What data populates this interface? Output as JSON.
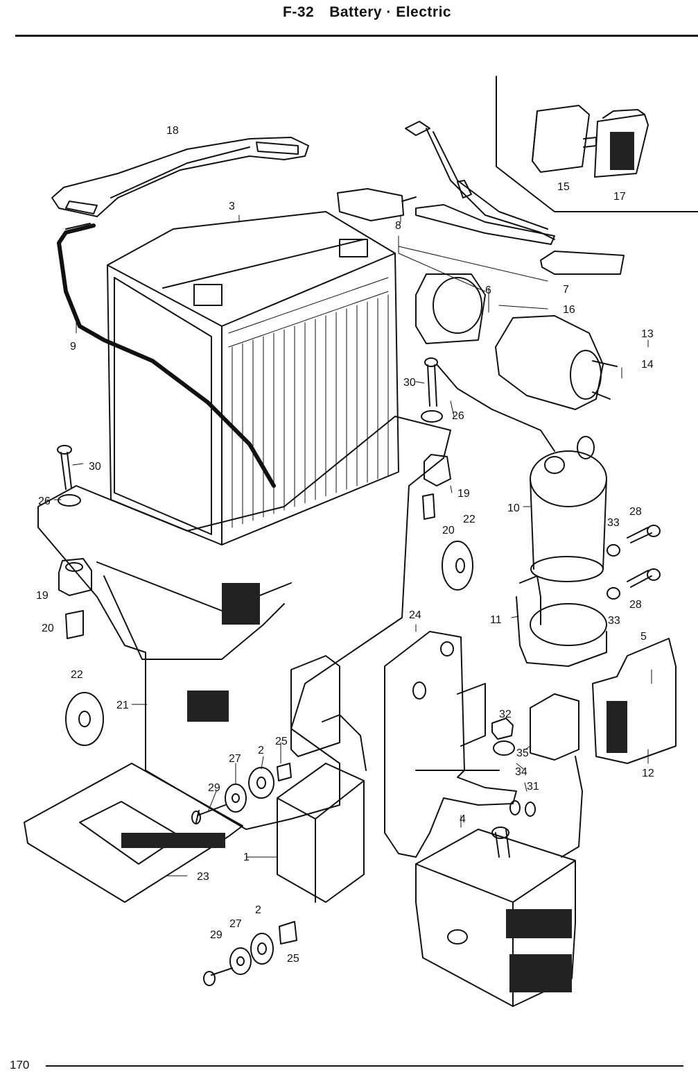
{
  "header": {
    "code": "F-32",
    "title": "Battery · Electric"
  },
  "footer": {
    "page_number": "170"
  },
  "callouts": {
    "c1": "1",
    "c2a": "2",
    "c2b": "2",
    "c3": "3",
    "c4": "4",
    "c5": "5",
    "c6": "6",
    "c7": "7",
    "c8": "8",
    "c9": "9",
    "c10": "10",
    "c11": "11",
    "c12": "12",
    "c13": "13",
    "c14": "14",
    "c15": "15",
    "c16": "16",
    "c17": "17",
    "c18": "18",
    "c19a": "19",
    "c19b": "19",
    "c20a": "20",
    "c20b": "20",
    "c21": "21",
    "c22a": "22",
    "c22b": "22",
    "c23": "23",
    "c24": "24",
    "c25a": "25",
    "c25b": "25",
    "c26a": "26",
    "c26b": "26",
    "c27a": "27",
    "c27b": "27",
    "c28a": "28",
    "c28b": "28",
    "c29a": "29",
    "c29b": "29",
    "c30a": "30",
    "c30b": "30",
    "c31": "31",
    "c32": "32",
    "c33a": "33",
    "c33b": "33",
    "c34": "34",
    "c35": "35"
  }
}
